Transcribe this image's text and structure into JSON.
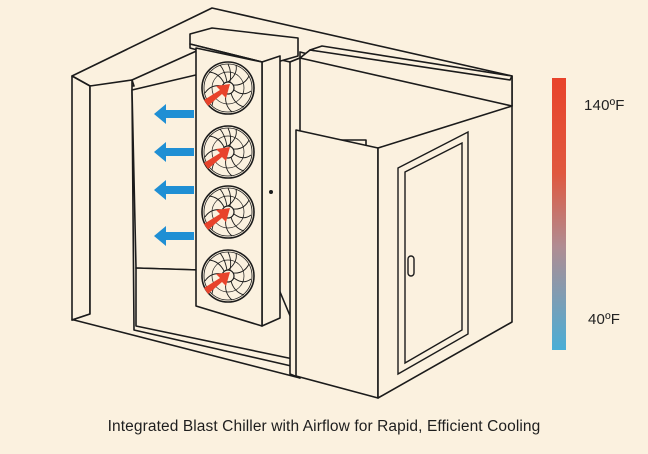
{
  "caption": "Integrated Blast Chiller with Airflow for Rapid, Efficient Cooling",
  "temperature_scale": {
    "high_label": "140ºF",
    "low_label": "40ºF",
    "high_color": "#e8432b",
    "low_color": "#4aaed6"
  },
  "colors": {
    "background": "#fbf1df",
    "line": "#1b1b1b",
    "cold_air": "#1f8fd4",
    "hot_air": "#e8432b"
  },
  "fans": {
    "count": 4
  },
  "airflow_arrows": {
    "count": 4,
    "direction": "left"
  },
  "icons": [
    "fan-icon",
    "arrow-left-icon",
    "door-handle-icon"
  ]
}
